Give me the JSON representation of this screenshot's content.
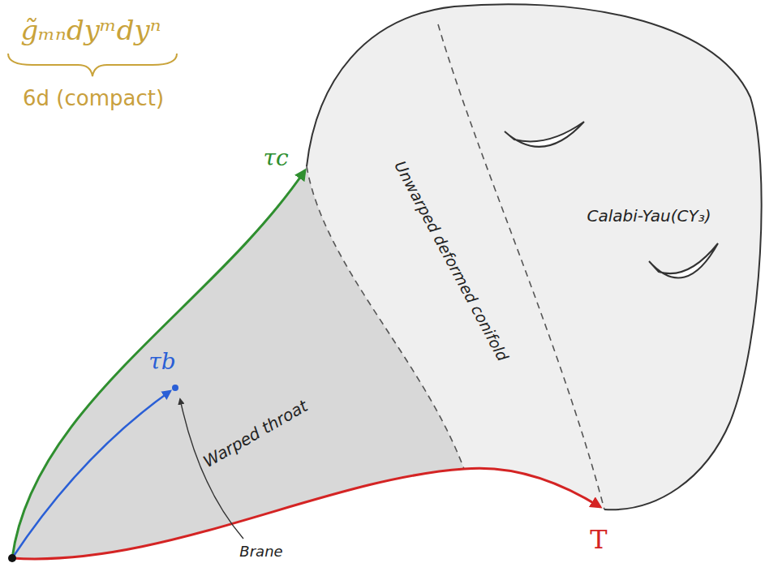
{
  "diagram": {
    "labels": [
      "g̃ₘₙdyᵐdyⁿ",
      "6d (compact)",
      "τc",
      "τb",
      "Calabi-Yau(CY₃)",
      "Unwarped deformed conifold",
      "Warped throat",
      "Brane",
      "T"
    ]
  }
}
